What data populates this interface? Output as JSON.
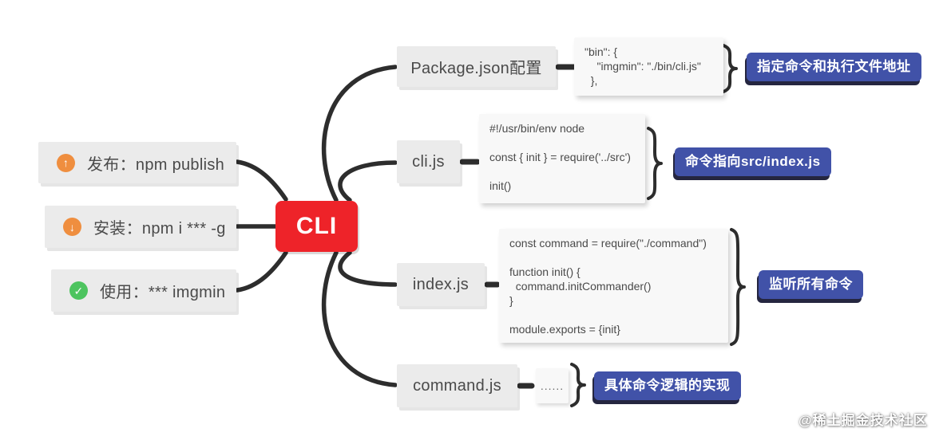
{
  "colors": {
    "center_bg": "#ee2329",
    "node_bg": "#ebebeb",
    "code_bg": "#f8f8f8",
    "label_bg": "#4152a8",
    "icon_orange": "#ef8e3f",
    "icon_green": "#4dc45f",
    "wire": "#2d2d2d"
  },
  "center": {
    "label": "CLI"
  },
  "left_nodes": [
    {
      "label": "发布：npm publish",
      "icon": "arrow-up-circle-icon",
      "glyph": "↑"
    },
    {
      "label": "安装：npm i *** -g",
      "icon": "arrow-down-circle-icon",
      "glyph": "↓"
    },
    {
      "label": "使用：*** imgmin",
      "icon": "check-circle-icon",
      "glyph": "✓"
    }
  ],
  "right_branches": [
    {
      "node": "Package.json配置",
      "code": "\"bin\": {\n    \"imgmin\": \"./bin/cli.js\"\n  },",
      "label": "指定命令和执行文件地址"
    },
    {
      "node": "cli.js",
      "code": "#!/usr/bin/env node\n\nconst { init } = require('../src')\n\ninit()",
      "label": "命令指向src/index.js"
    },
    {
      "node": "index.js",
      "code": "const command = require(\"./command\")\n\nfunction init() {\n  command.initCommander()\n}\n\nmodule.exports = {init}",
      "label": "监听所有命令"
    },
    {
      "node": "command.js",
      "code": "......",
      "label": "具体命令逻辑的实现"
    }
  ],
  "watermark": {
    "text": "@稀土掘金技术社区"
  }
}
